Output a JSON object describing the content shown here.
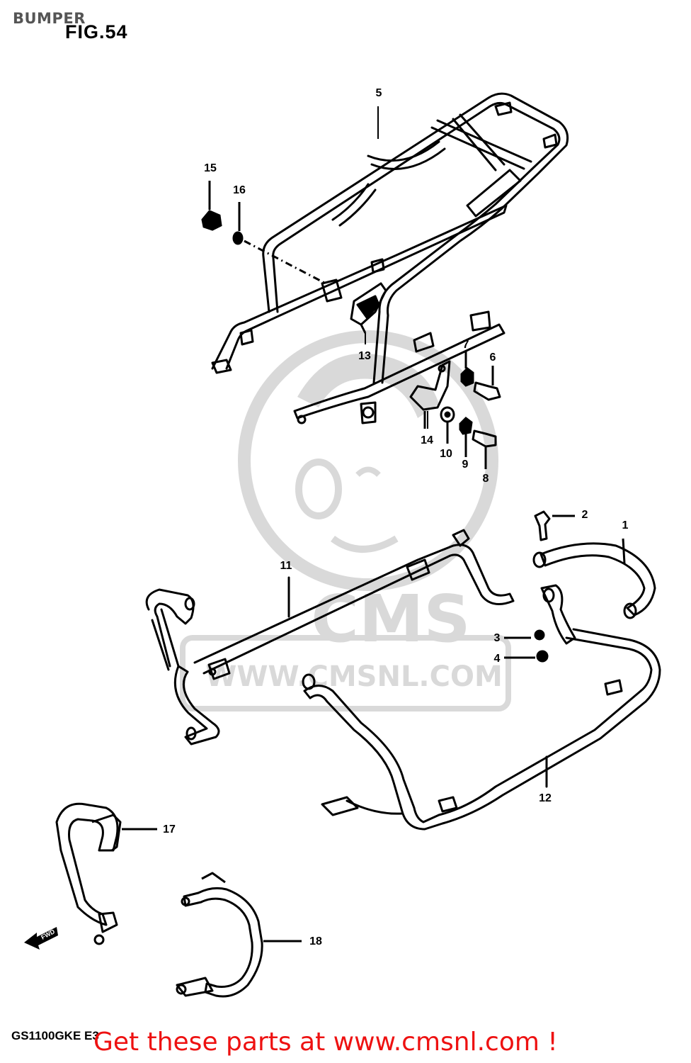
{
  "header": {
    "title": "BUMPER",
    "figure": "FIG.54"
  },
  "footer": {
    "model": "GS1100GKE E3",
    "promo": "Get these parts at www.cmsnl.com !"
  },
  "watermark": {
    "brand": "CMS",
    "url": "WWW.CMSNL.COM",
    "color": "#d9d9d9"
  },
  "fwd_label": "FWD",
  "callouts": [
    "1",
    "2",
    "3",
    "4",
    "5",
    "6",
    "7",
    "8",
    "9",
    "10",
    "11",
    "12",
    "13",
    "14",
    "15",
    "16",
    "17",
    "18"
  ],
  "colors": {
    "line": "#000000",
    "promo": "#ee1111",
    "title": "#555555"
  }
}
